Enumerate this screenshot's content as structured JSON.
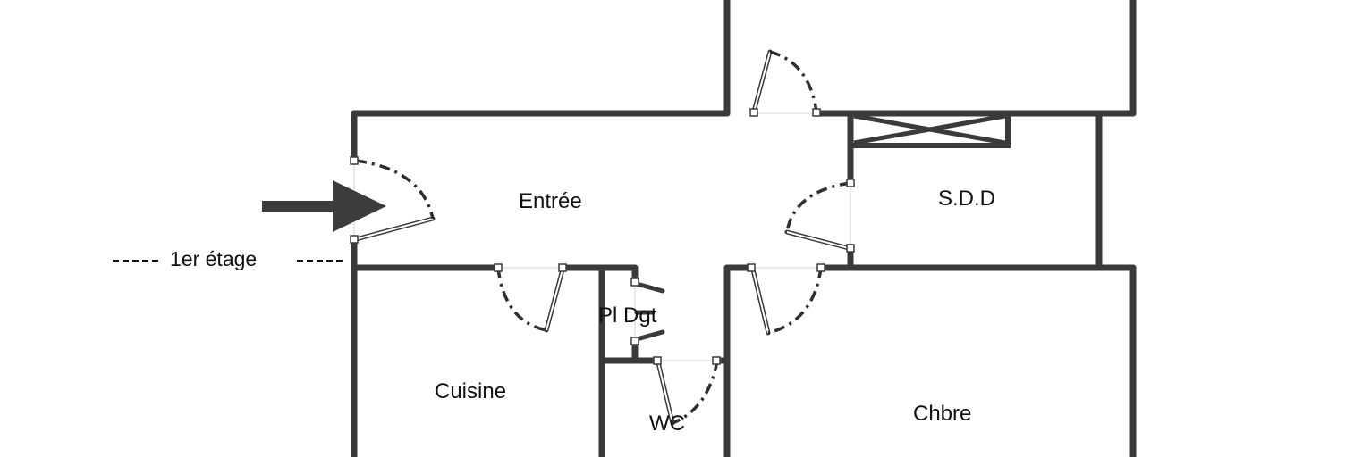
{
  "plan": {
    "floor_label": "1er étage",
    "rooms": {
      "entree": "Entrée",
      "sdd": "S.D.D",
      "placard_dgt": "Pl  Dgt",
      "cuisine": "Cuisine",
      "wc": "WC",
      "chambre": "Chbre"
    },
    "entrance_arrow_icon": "arrow-right-icon",
    "colors": {
      "wall": "#3a3a3a",
      "label": "#111111",
      "arrow": "#3c3c3c"
    }
  }
}
